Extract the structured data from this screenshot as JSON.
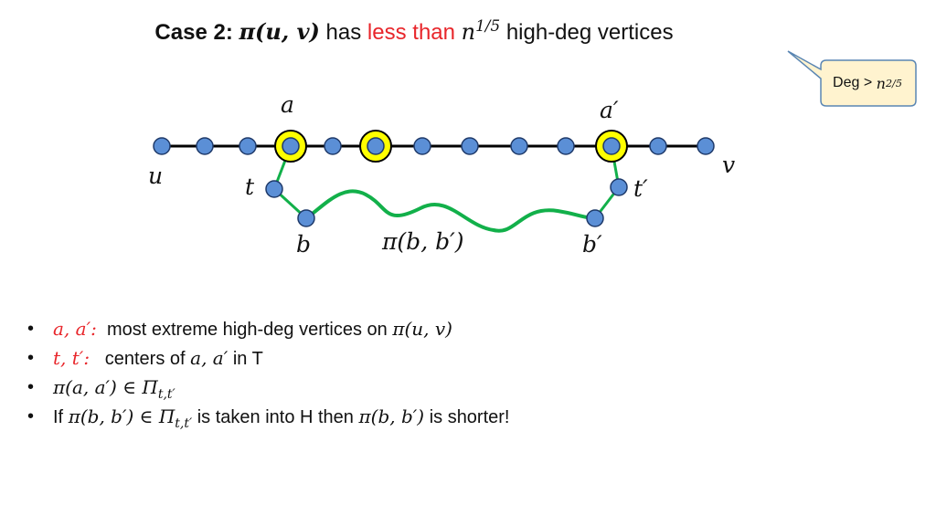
{
  "title": {
    "case_label": "Case 2:",
    "pi_expr": "π(u, v)",
    "has": "has",
    "less_than": "less than",
    "n": "n",
    "exponent": "1/5",
    "rest": "high-deg vertices"
  },
  "callout": {
    "text": "Deg > ",
    "n": "n",
    "exponent": "2/5"
  },
  "labels": {
    "a": "a",
    "a_prime": "a′",
    "u": "u",
    "v": "v",
    "t": "t",
    "t_prime": "t′",
    "b": "b",
    "b_prime": "b′",
    "pi_bb": "π(b, b′)"
  },
  "bullets": [
    {
      "math": "a, a′:",
      "text": "most extreme high-deg vertices on",
      "math2": "π(u, v)"
    },
    {
      "math": "t, t′:",
      "text": "centers of",
      "math2": "a, a′",
      "text2": "in T"
    },
    {
      "math": "π(a, a′) ∈ Π",
      "sub": "t,t′"
    },
    {
      "text": "If",
      "math": "π(b, b′) ∈ Π",
      "sub": "t,t′",
      "text2": "is taken into H then",
      "math2": "π(b, b′)",
      "text3": "is shorter!"
    }
  ],
  "colors": {
    "node_fill": "#5b8fd6",
    "node_stroke": "#1f3a6a",
    "highlight": "#ffff00",
    "green": "#12b04a",
    "red": "#e8262b",
    "callout_fill": "#fff3cf",
    "callout_stroke": "#5a86b3"
  }
}
